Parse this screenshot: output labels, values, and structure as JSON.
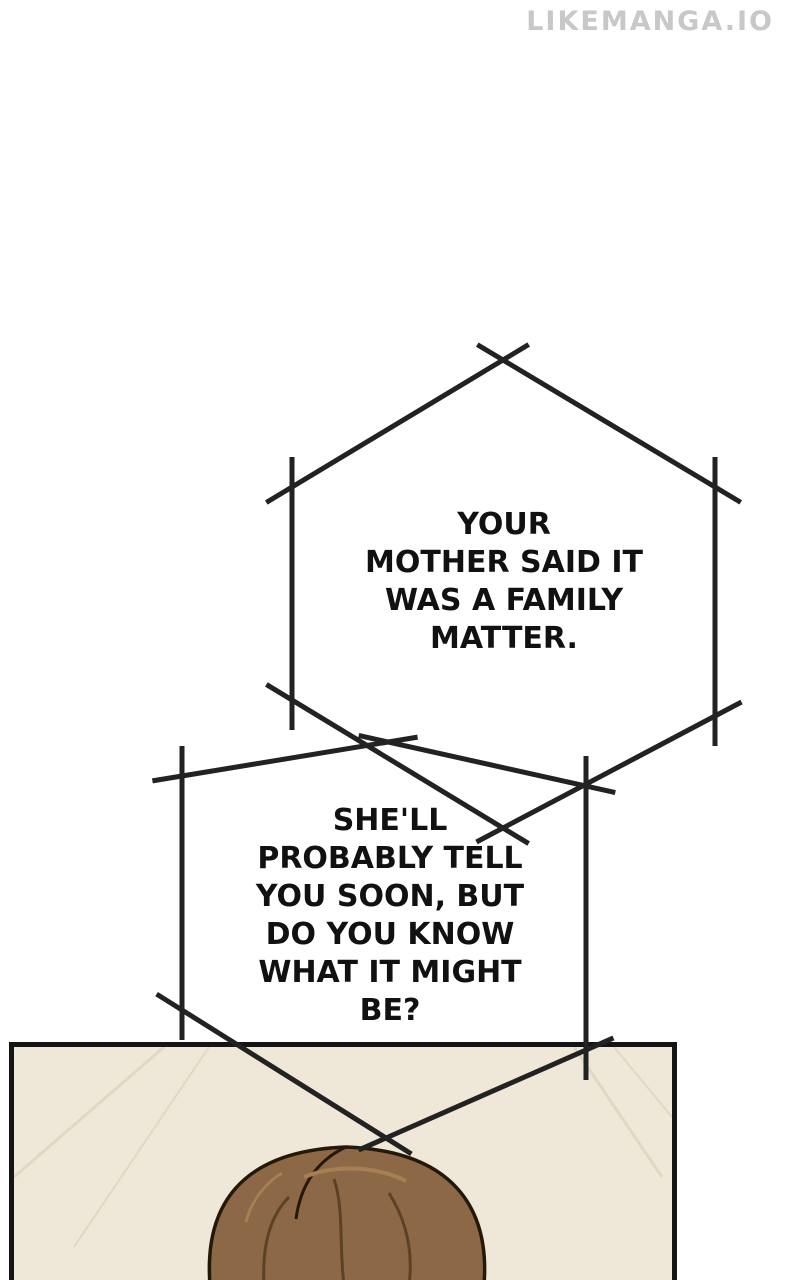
{
  "watermark": "LIKEMANGA.IO",
  "bubbles": [
    {
      "lines": [
        "YOUR",
        "MOTHER SAID IT",
        "WAS A FAMILY",
        "MATTER."
      ]
    },
    {
      "lines": [
        "SHE'LL",
        "PROBABLY TELL",
        "YOU SOON, BUT",
        "DO YOU KNOW",
        "WHAT IT MIGHT",
        "BE?"
      ]
    }
  ],
  "colors": {
    "background": "#ffffff",
    "line": "#222222",
    "watermark": "#c8c8c8",
    "text": "#111111",
    "panel_bg": "#efe7d8",
    "panel_border": "#151515",
    "hair": "#8c6847",
    "hair_dark": "#5d4124",
    "hair_outline": "#241809",
    "hair_light": "#a77f52",
    "skin": "#f0d4b4",
    "wall_line": "#e2d7c2"
  }
}
